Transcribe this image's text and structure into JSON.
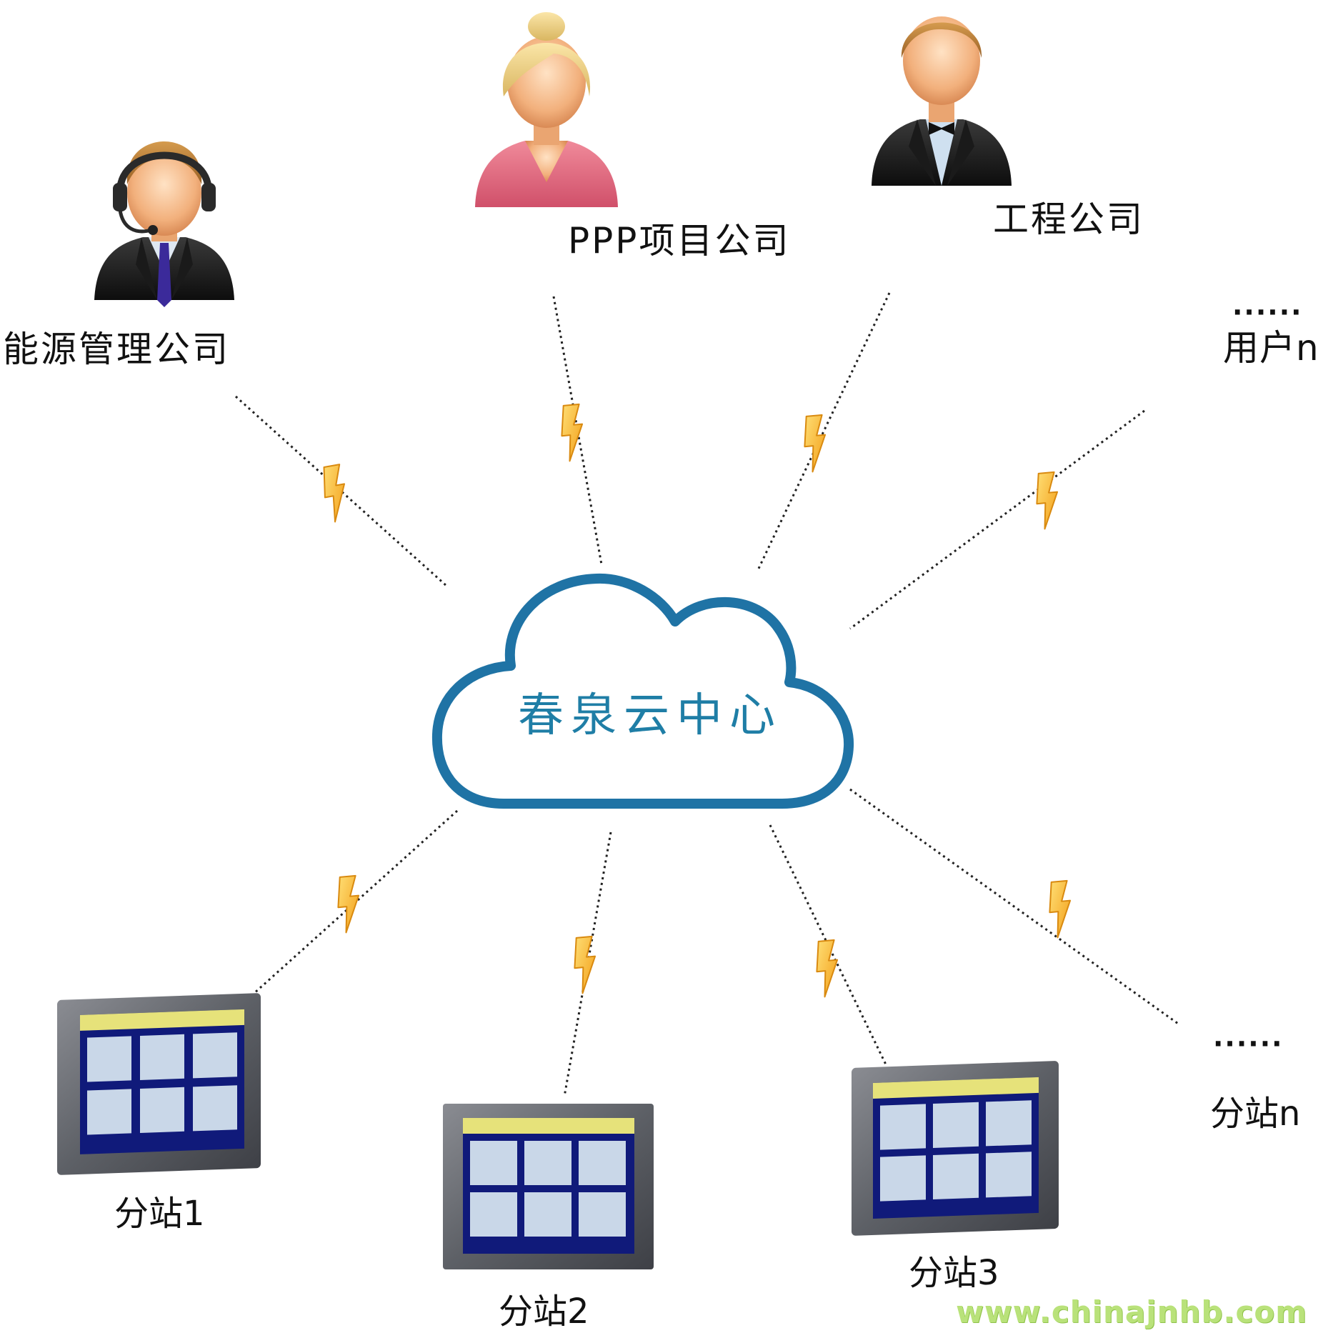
{
  "cloud": {
    "label": "春泉云中心"
  },
  "users": [
    {
      "id": "energy",
      "label": "能源管理公司",
      "icon": "support-agent-icon"
    },
    {
      "id": "ppp",
      "label": "PPP项目公司",
      "icon": "businesswoman-icon"
    },
    {
      "id": "engineering",
      "label": "工程公司",
      "icon": "businessman-icon"
    },
    {
      "id": "usern",
      "label": "用户n",
      "ellipsis": "······"
    }
  ],
  "stations": [
    {
      "id": "s1",
      "label": "分站1",
      "icon": "touch-panel-icon"
    },
    {
      "id": "s2",
      "label": "分站2",
      "icon": "touch-panel-icon"
    },
    {
      "id": "s3",
      "label": "分站3",
      "icon": "touch-panel-icon"
    },
    {
      "id": "sn",
      "label": "分站n",
      "ellipsis": "······"
    }
  ],
  "watermark": "www.chinajnhb.com",
  "colors": {
    "cloud_stroke": "#1f73a5",
    "cloud_text": "#1f7ea6",
    "link": "#222222",
    "bolt": "#f7b52a"
  }
}
